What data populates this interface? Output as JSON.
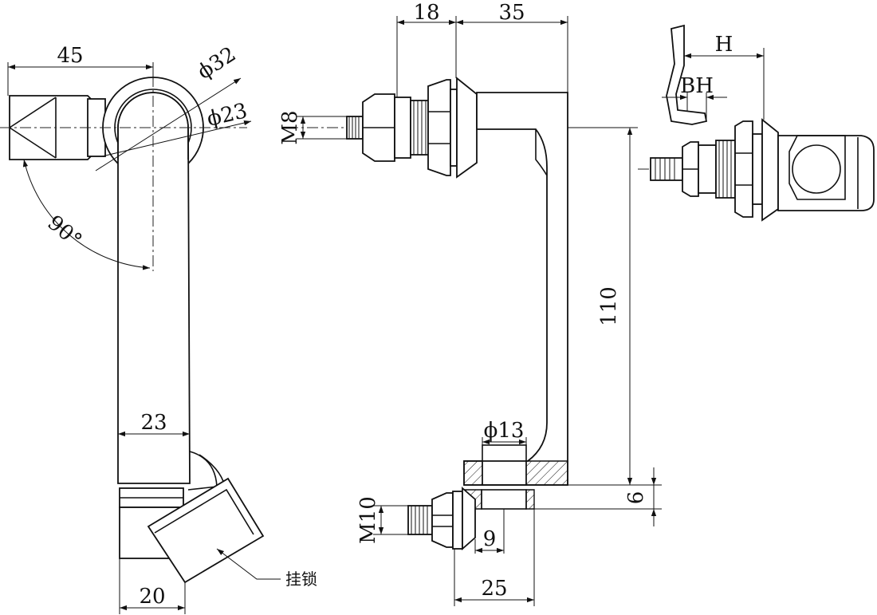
{
  "dimensions": {
    "left_width": "45",
    "dia_outer": "ϕ32",
    "dia_inner": "ϕ23",
    "angle": "90°",
    "handle_width": "23",
    "lock_width": "20",
    "mid_18": "18",
    "mid_35": "35",
    "thread_m8": "M8",
    "height_110": "110",
    "dia_13": "ϕ13",
    "thick_6": "6",
    "thread_m10": "M10",
    "width_9": "9",
    "width_25": "25",
    "right_h": "H",
    "right_bh": "BH"
  },
  "notes": {
    "padlock": "挂锁"
  },
  "colors": {
    "line": "#111111",
    "background": "#ffffff"
  }
}
